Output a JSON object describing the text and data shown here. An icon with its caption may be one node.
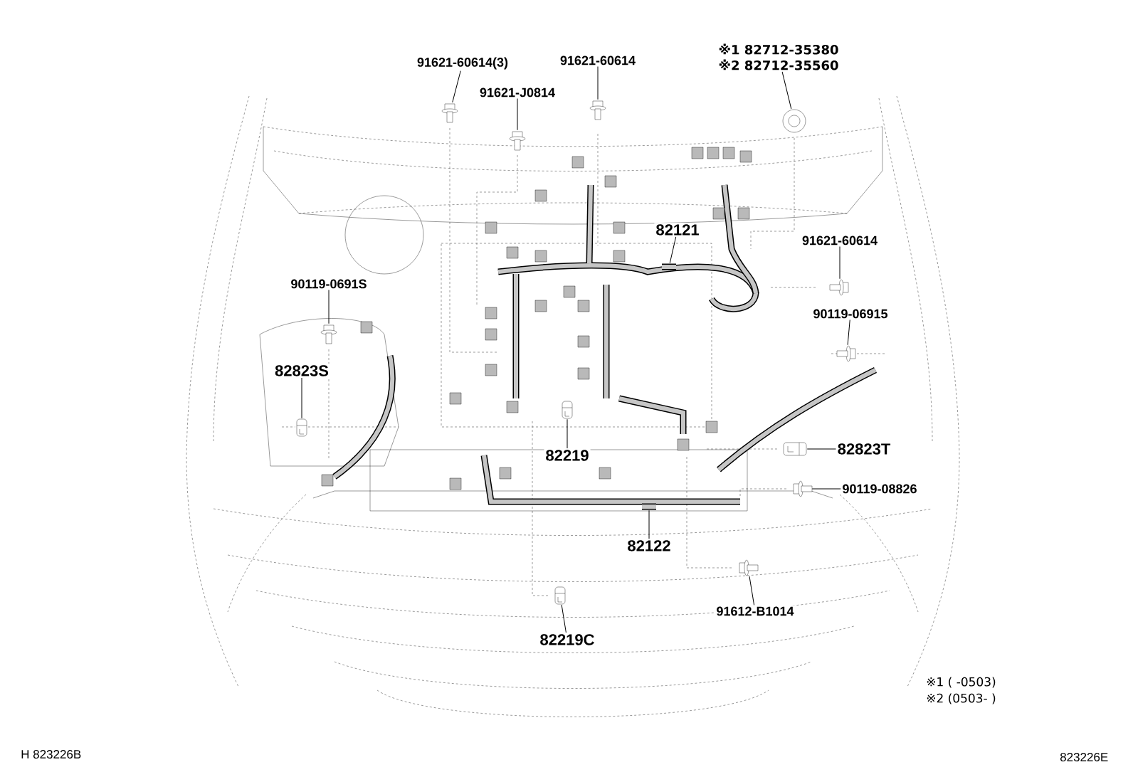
{
  "diagram": {
    "nodes": [
      {
        "text": [
          "91621-60614(3)"
        ]
      },
      {
        "text": [],
        "shape": "picture"
      },
      {
        "text": [
          "91621-J0814"
        ]
      },
      {
        "text": [],
        "shape": "picture"
      },
      {
        "text": [
          "91621-60614"
        ]
      },
      {
        "text": [],
        "shape": "picture"
      },
      {
        "text": [
          "※1 82712-35380",
          "※2 82712-35560"
        ]
      },
      {
        "text": [],
        "shape": "picture"
      },
      {
        "text": [
          "82121"
        ]
      },
      {
        "text": [],
        "shape": "picture"
      },
      {
        "text": [
          "91621-60614"
        ]
      },
      {
        "text": [],
        "shape": "picture"
      },
      {
        "text": [
          "90119-0691S"
        ]
      },
      {
        "text": [],
        "shape": "picture"
      },
      {
        "text": [
          "90119-06915"
        ]
      },
      {
        "text": [],
        "shape": "picture"
      },
      {
        "text": [
          "82823S"
        ]
      },
      {
        "text": [],
        "shape": "picture"
      },
      {
        "text": [
          "82219"
        ]
      },
      {
        "text": [],
        "shape": "picture"
      },
      {
        "text": [
          "82823T"
        ]
      },
      {
        "text": [],
        "shape": "picture"
      },
      {
        "text": [
          "90119-08826"
        ]
      },
      {
        "text": [],
        "shape": "picture"
      },
      {
        "text": [
          "82122"
        ]
      },
      {
        "text": [],
        "shape": "picture"
      },
      {
        "text": [
          "91612-B1014"
        ]
      },
      {
        "text": [],
        "shape": "picture"
      },
      {
        "text": [
          "82219C"
        ]
      },
      {
        "text": [],
        "shape": "picture"
      }
    ],
    "edges": [
      {
        "from": 0,
        "to": 1,
        "arrow": "none"
      },
      {
        "from": 2,
        "to": 3,
        "arrow": "none"
      },
      {
        "from": 4,
        "to": 5,
        "arrow": "none"
      },
      {
        "from": 6,
        "to": 7,
        "arrow": "none"
      },
      {
        "from": 8,
        "to": 9,
        "arrow": "none"
      },
      {
        "from": 10,
        "to": 11,
        "arrow": "none"
      },
      {
        "from": 12,
        "to": 13,
        "arrow": "none"
      },
      {
        "from": 14,
        "to": 15,
        "arrow": "none"
      },
      {
        "from": 16,
        "to": 17,
        "arrow": "none"
      },
      {
        "from": 18,
        "to": 19,
        "arrow": "none"
      },
      {
        "from": 20,
        "to": 21,
        "arrow": "none"
      },
      {
        "from": 22,
        "to": 23,
        "arrow": "none"
      },
      {
        "from": 24,
        "to": 25,
        "arrow": "none"
      },
      {
        "from": 26,
        "to": 27,
        "arrow": "none"
      },
      {
        "from": 28,
        "to": 29,
        "arrow": "none"
      }
    ],
    "labels": [
      "※1 ( -0503)",
      "※2 (0503- )",
      "H 823226B",
      "823226E"
    ]
  }
}
